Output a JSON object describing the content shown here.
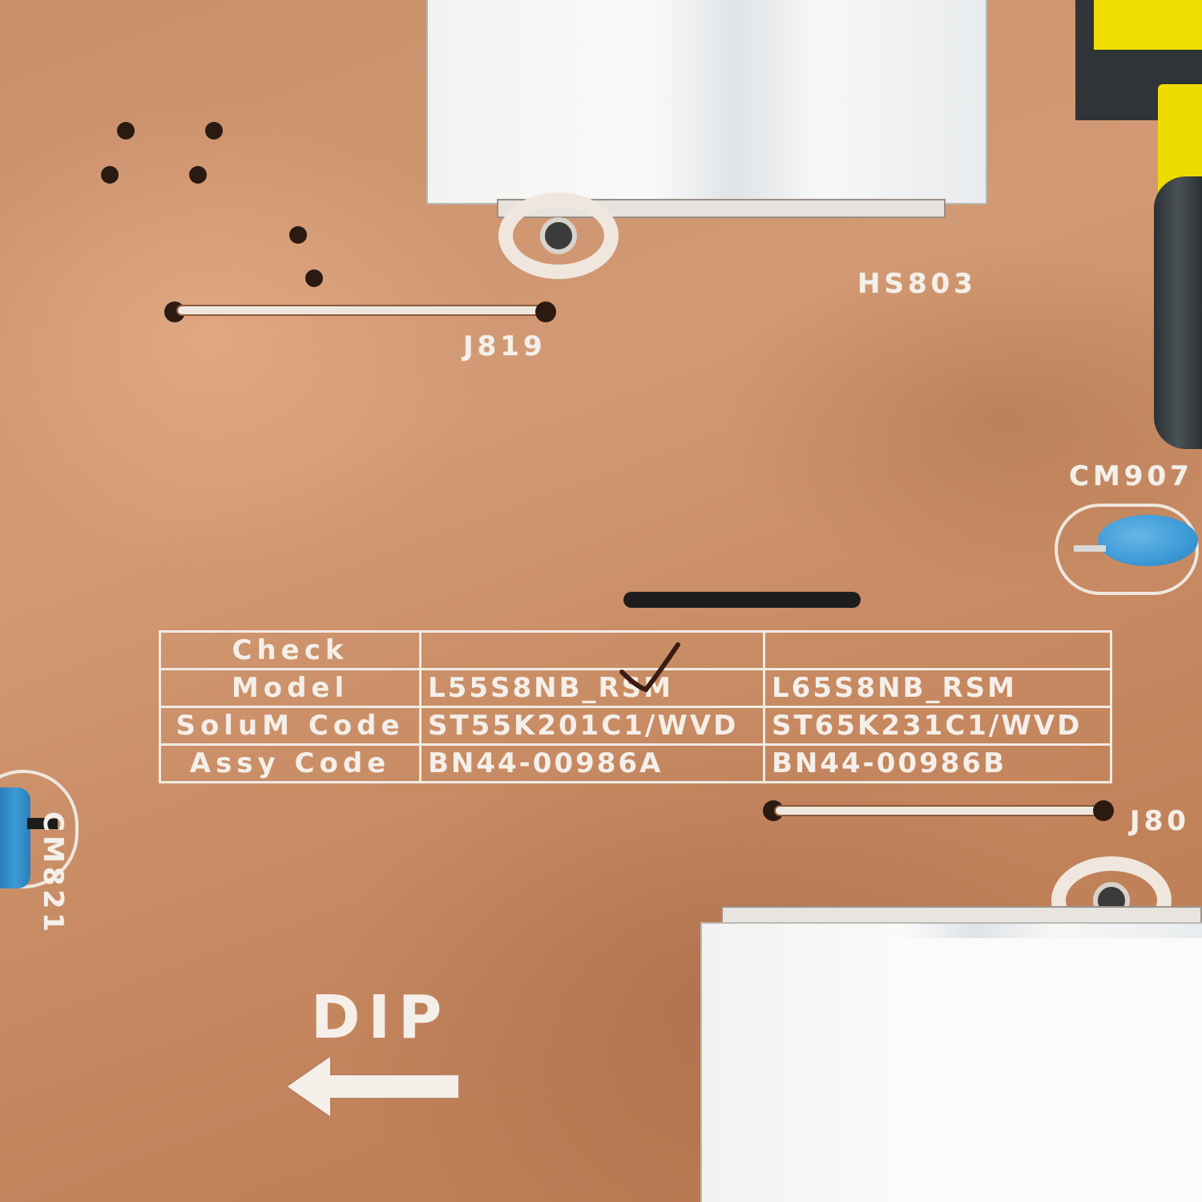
{
  "labels": {
    "hs803": "HS803",
    "j819": "J819",
    "cm907": "CM907",
    "cm821": "CM821",
    "j80": "J80",
    "dip": "DIP"
  },
  "table": {
    "rows": [
      {
        "label": "Check",
        "col1": "",
        "col2": ""
      },
      {
        "label": "Model",
        "col1": "L55S8NB_RSM",
        "col2": "L65S8NB_RSM"
      },
      {
        "label": "SoluM Code",
        "col1": "ST55K201C1/WVD",
        "col2": "ST65K231C1/WVD"
      },
      {
        "label": "Assy Code",
        "col1": "BN44-00986A",
        "col2": "BN44-00986B"
      }
    ]
  },
  "colors": {
    "board": "#c98f6a",
    "silkscreen": "#f4efe9",
    "capacitor_blue": "#3c9ad6",
    "transformer_yellow": "#f2e000"
  }
}
